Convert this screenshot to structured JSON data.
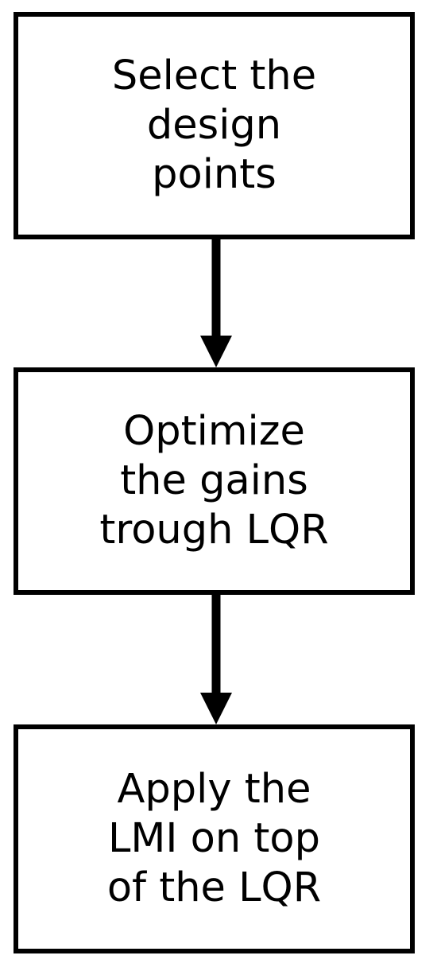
{
  "diagram": {
    "steps": [
      {
        "id": "select-design-points",
        "lines": [
          "Select the",
          "design",
          "points"
        ]
      },
      {
        "id": "optimize-gains",
        "lines": [
          "Optimize",
          "the gains",
          "trough LQR"
        ]
      },
      {
        "id": "apply-lmi",
        "lines": [
          "Apply the",
          "LMI on top",
          "of the LQR"
        ]
      }
    ],
    "connections": [
      {
        "from": "select-design-points",
        "to": "optimize-gains"
      },
      {
        "from": "optimize-gains",
        "to": "apply-lmi"
      }
    ],
    "colors": {
      "stroke": "#000000",
      "fill": "#ffffff",
      "text": "#000000"
    }
  }
}
